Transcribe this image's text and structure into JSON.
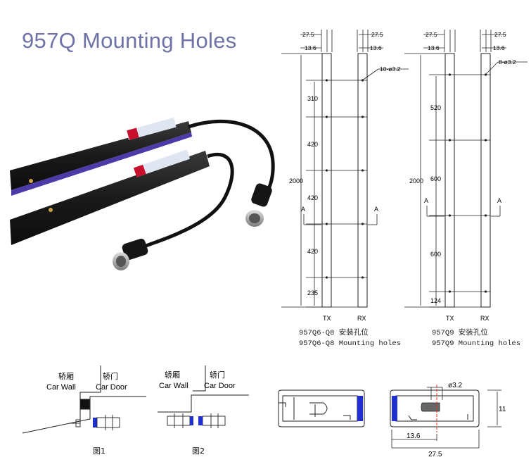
{
  "title": "957Q Mounting Holes",
  "drawing_left": {
    "dim_top_a": "27.5",
    "dim_top_b": "13.6",
    "hole_note": "10-ø3.2",
    "total_length": "2000",
    "segments": [
      "310",
      "420",
      "420",
      "420",
      "235"
    ],
    "section_mark": "A",
    "tx": "TX",
    "rx": "RX",
    "caption_cn": "957Q6-Q8  安装孔位",
    "caption_en": "957Q6-Q8  Mounting holes"
  },
  "drawing_right": {
    "dim_top_a": "27.5",
    "dim_top_b": "13.6",
    "hole_note": "8-ø3.2",
    "total_length": "2000",
    "segments": [
      "520",
      "600",
      "600",
      "124"
    ],
    "section_mark": "A",
    "tx": "TX",
    "rx": "RX",
    "caption_cn": "957Q9  安装孔位",
    "caption_en": "957Q9  Mounting holes"
  },
  "figure1": {
    "car_wall_cn": "轿厢",
    "car_wall_en": "Car Wall",
    "car_door_cn": "轿门",
    "car_door_en": "Car Door",
    "label": "图1"
  },
  "figure2": {
    "car_wall_cn": "轿厢",
    "car_wall_en": "Car Wall",
    "car_door_cn": "轿门",
    "car_door_en": "Car Door",
    "label": "图2"
  },
  "profile": {
    "hole_dia": "ø3.2",
    "dim_width": "27.5",
    "dim_center": "13.6",
    "dim_height": "11"
  },
  "colors": {
    "title": "#6f72a6",
    "accent_blue": "#1f2fd0",
    "centerline_red": "#e0302a",
    "bar_body": "#1d1d1d",
    "bar_stripe": "#4b3aa8"
  }
}
